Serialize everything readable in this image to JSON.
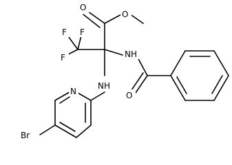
{
  "molecule": {
    "atoms": {
      "o_ester_carbonyl": "O",
      "o_ester_methoxy": "O",
      "f_top_left": "F",
      "f_top_right": "F",
      "f_left": "F",
      "nh_amide": "NH",
      "nh_amine": "NH",
      "o_amide": "O",
      "n_pyridine": "N",
      "br": "Br"
    }
  }
}
